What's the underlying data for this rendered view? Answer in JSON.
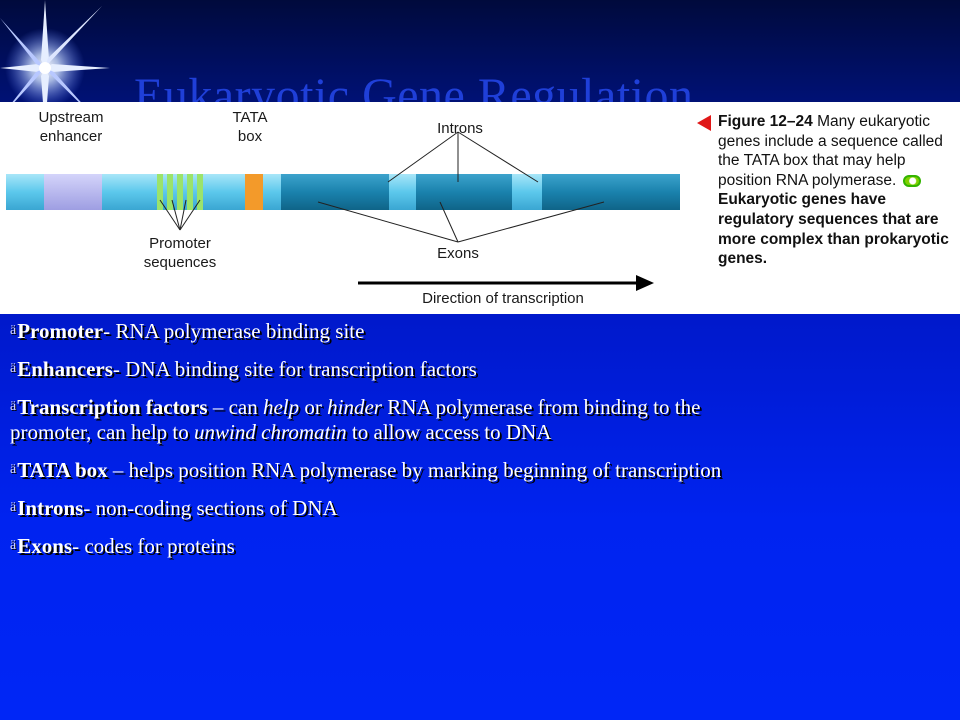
{
  "title": "Eukaryotic Gene Regulation",
  "figure": {
    "labels": {
      "upstream_enhancer_line1": "Upstream",
      "upstream_enhancer_line2": "enhancer",
      "tata_line1": "TATA",
      "tata_line2": "box",
      "introns": "Introns",
      "promoter_line1": "Promoter",
      "promoter_line2": "sequences",
      "exons": "Exons",
      "direction": "Direction of transcription"
    },
    "caption": {
      "figure_label": "Figure 12–24",
      "text1": " Many eukaryotic genes include a sequence called the TATA box that may help position RNA polymerase. ",
      "text2_bold": "Eukaryotic genes have regulatory sequences that are more complex than prokaryotic genes."
    },
    "colors": {
      "dna_light": "#6fd3f1",
      "dna_dark": "#1a82ad",
      "enhancer": "#b6b6f0",
      "promoter": "#9be36b",
      "tata": "#f39a2a",
      "caption_arrow": "#e01818"
    }
  },
  "bullets": [
    {
      "term": "Promoter",
      "sep": "- ",
      "text": "RNA polymerase binding site"
    },
    {
      "term": "Enhancers",
      "sep": "- ",
      "text": "DNA binding site for transcription factors"
    },
    {
      "term": "Transcription factors",
      "sep": " – ",
      "parts": [
        {
          "t": "can "
        },
        {
          "i": "help"
        },
        {
          "t": " or "
        },
        {
          "i": "hinder"
        },
        {
          "t": " RNA polymerase from binding to the promoter, can help to "
        },
        {
          "i": "unwind chromatin"
        },
        {
          "t": " to allow access to DNA"
        }
      ]
    },
    {
      "term": "TATA box",
      "sep": " – ",
      "text": "helps position RNA polymerase by marking beginning of transcription"
    },
    {
      "term": "Introns",
      "sep": "- ",
      "text": "non-coding sections of DNA"
    },
    {
      "term": "Exons",
      "sep": "- ",
      "text": "codes for proteins"
    }
  ],
  "bullet_marker": "ä"
}
